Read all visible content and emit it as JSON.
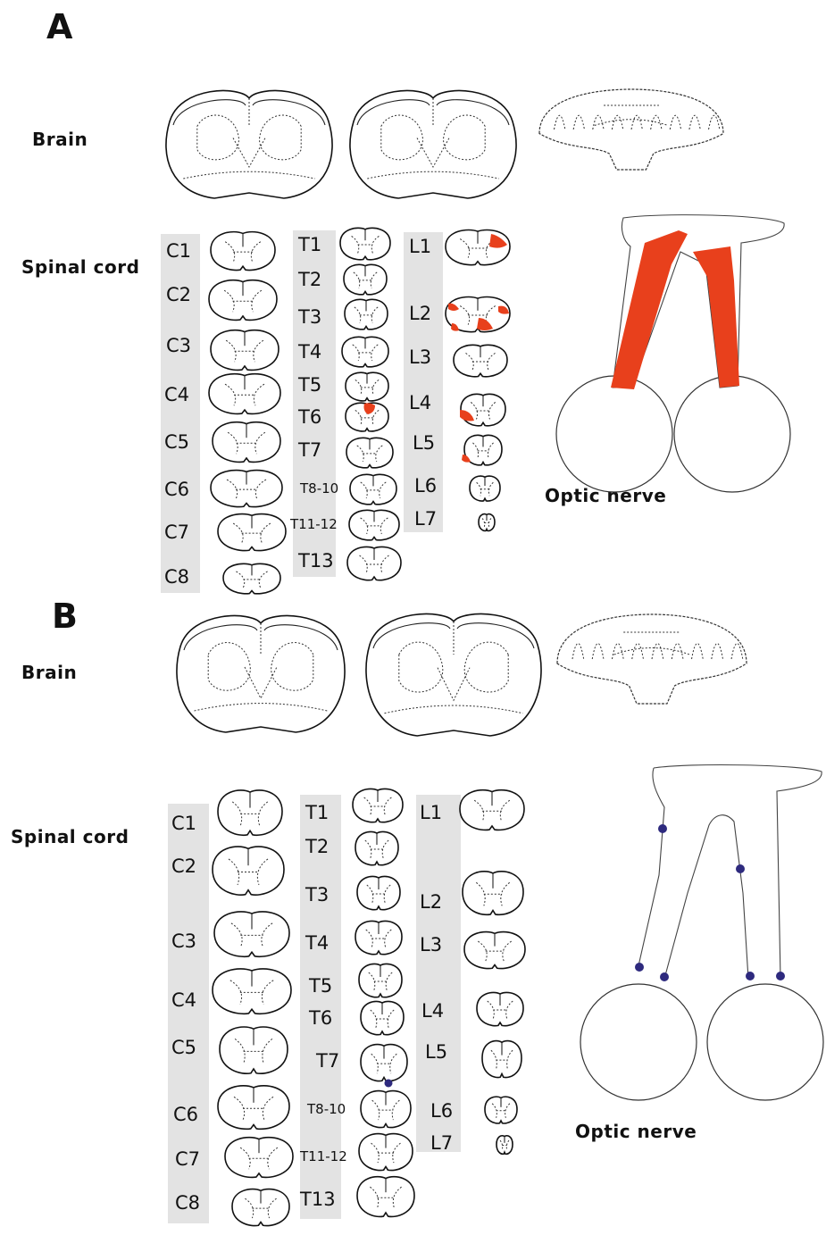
{
  "colors": {
    "lesion": "#e8401c",
    "marker": "#2e2a7e",
    "label_shade": "#e3e3e3",
    "outline": "#111111"
  },
  "panels": [
    {
      "id": "A",
      "letter": "A",
      "brain_label": "Brain",
      "spinal_label": "Spinal cord",
      "optic_label": "Optic nerve",
      "cervical": [
        "C1",
        "C2",
        "C3",
        "C4",
        "C5",
        "C6",
        "C7",
        "C8"
      ],
      "thoracic": [
        "T1",
        "T2",
        "T3",
        "T4",
        "T5",
        "T6",
        "T7",
        "T8-10",
        "T11-12",
        "T13"
      ],
      "lumbar": [
        "L1",
        "L2",
        "L3",
        "L4",
        "L5",
        "L6",
        "L7"
      ],
      "marking": "lesion"
    },
    {
      "id": "B",
      "letter": "B",
      "brain_label": "Brain",
      "spinal_label": "Spinal cord",
      "optic_label": "Optic nerve",
      "cervical": [
        "C1",
        "C2",
        "C3",
        "C4",
        "C5",
        "C6",
        "C7",
        "C8"
      ],
      "thoracic": [
        "T1",
        "T2",
        "T3",
        "T4",
        "T5",
        "T6",
        "T7",
        "T8-10",
        "T11-12",
        "T13"
      ],
      "lumbar": [
        "L1",
        "L2",
        "L3",
        "L4",
        "L5",
        "L6",
        "L7"
      ],
      "marking": "dots"
    }
  ]
}
